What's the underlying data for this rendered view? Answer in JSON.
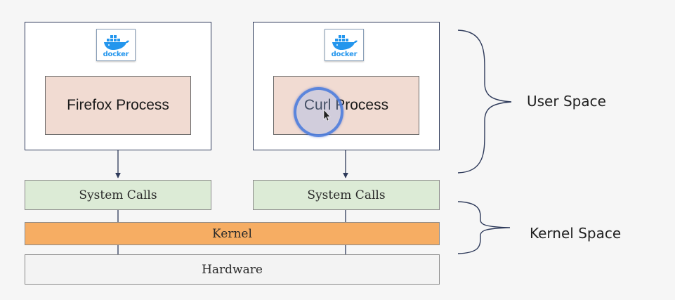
{
  "containers": [
    {
      "logo": {
        "icon": "docker-whale-icon",
        "text": "docker"
      },
      "process_label": "Firefox Process",
      "syscalls_label": "System Calls"
    },
    {
      "logo": {
        "icon": "docker-whale-icon",
        "text": "docker"
      },
      "process_label": "Curl Process",
      "syscalls_label": "System Calls"
    }
  ],
  "kernel_label": "Kernel",
  "hardware_label": "Hardware",
  "user_space_label": "User Space",
  "kernel_space_label": "Kernel Space",
  "colors": {
    "process_fill": "#f1dbd2",
    "syscalls_fill": "#dcebd6",
    "kernel_fill": "#f6ad63",
    "hardware_fill": "#f3f3f3",
    "docker_blue": "#2496ed",
    "line": "#2e3a5a"
  }
}
